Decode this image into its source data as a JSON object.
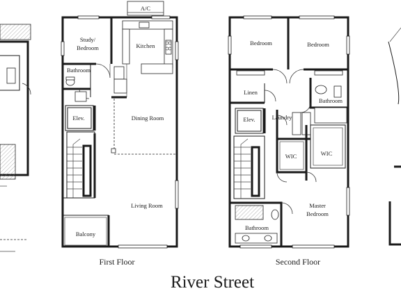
{
  "title": "River Street",
  "first_floor": {
    "caption": "First Floor",
    "rooms": {
      "study": [
        "Study/",
        "Bedroom"
      ],
      "kitchen": "Kitchen",
      "bathroom": "Bathroom",
      "elevator": "Elev.",
      "dining": "Dining Room",
      "living": "Living Room",
      "balcony": "Balcony"
    },
    "ac_label": "A/C"
  },
  "second_floor": {
    "caption": "Second Floor",
    "rooms": {
      "bedroom_left": "Bedroom",
      "bedroom_right": "Bedroom",
      "linen": "Linen",
      "bathroom_upper": "Bathroom",
      "elevator": "Elev.",
      "laundry": "Laundry",
      "wic_left": "WIC",
      "wic_right": "WIC",
      "master": [
        "Master",
        "Bedroom"
      ],
      "bathroom_lower": "Bathroom"
    }
  }
}
